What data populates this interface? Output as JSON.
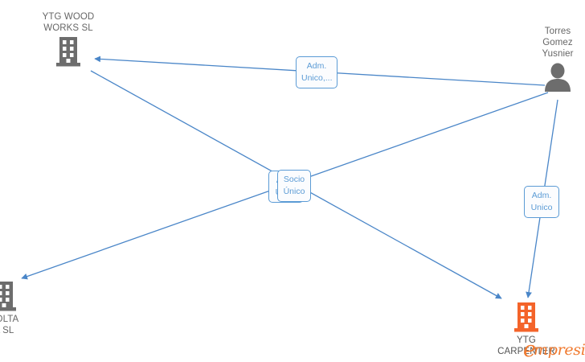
{
  "graph": {
    "background_color": "#ffffff",
    "edge_color": "#4a86c8",
    "company_icon_color": "#6d6d6d",
    "highlight_company_icon_color": "#f4642a",
    "person_icon_color": "#6d6d6d",
    "label_text_color": "#666666",
    "edge_label_color": "#5b9bd5",
    "nodes": [
      {
        "id": "ytg-wood-works",
        "name": "YTG WOOD\nWORKS  SL",
        "type": "company",
        "icon": "building-icon",
        "highlighted": false,
        "label_position": "above"
      },
      {
        "id": "torres-gomez-yusnier",
        "name": "Torres\nGomez\nYusnier",
        "type": "person",
        "icon": "person-icon",
        "highlighted": false,
        "label_position": "above"
      },
      {
        "id": "volta-company",
        "name": "VOLTA\nA  SL",
        "type": "company",
        "icon": "building-icon",
        "highlighted": false,
        "label_position": "below",
        "clipped": true
      },
      {
        "id": "ytg-carpenter",
        "name": "YTG\nCARPENTER",
        "type": "company",
        "icon": "building-icon",
        "highlighted": true,
        "label_position": "below"
      }
    ],
    "edges": [
      {
        "id": "edge-person-to-woodworks",
        "from": "torres-gomez-yusnier",
        "to": "ytg-wood-works",
        "label": "Adm.\nUnico,..."
      },
      {
        "id": "edge-woodworks-to-carpenter",
        "from": "ytg-wood-works",
        "to": "ytg-carpenter",
        "label": "Adm.\nUnico"
      },
      {
        "id": "edge-person-to-volta",
        "from": "torres-gomez-yusnier",
        "to": "volta-company",
        "label": "Socio\nÚnico"
      },
      {
        "id": "edge-person-to-carpenter",
        "from": "torres-gomez-yusnier",
        "to": "ytg-carpenter",
        "label": "Adm.\nUnico"
      }
    ],
    "edge_labels": [
      {
        "id": "label-top",
        "text": "Adm.\nUnico,..."
      },
      {
        "id": "label-center-back",
        "text": "Adm.\nUnico"
      },
      {
        "id": "label-center-front",
        "text": "Socio\nÚnico"
      },
      {
        "id": "label-right",
        "text": "Adm.\nUnico"
      }
    ]
  },
  "watermark": {
    "logo": "e",
    "text": "mpresia"
  }
}
